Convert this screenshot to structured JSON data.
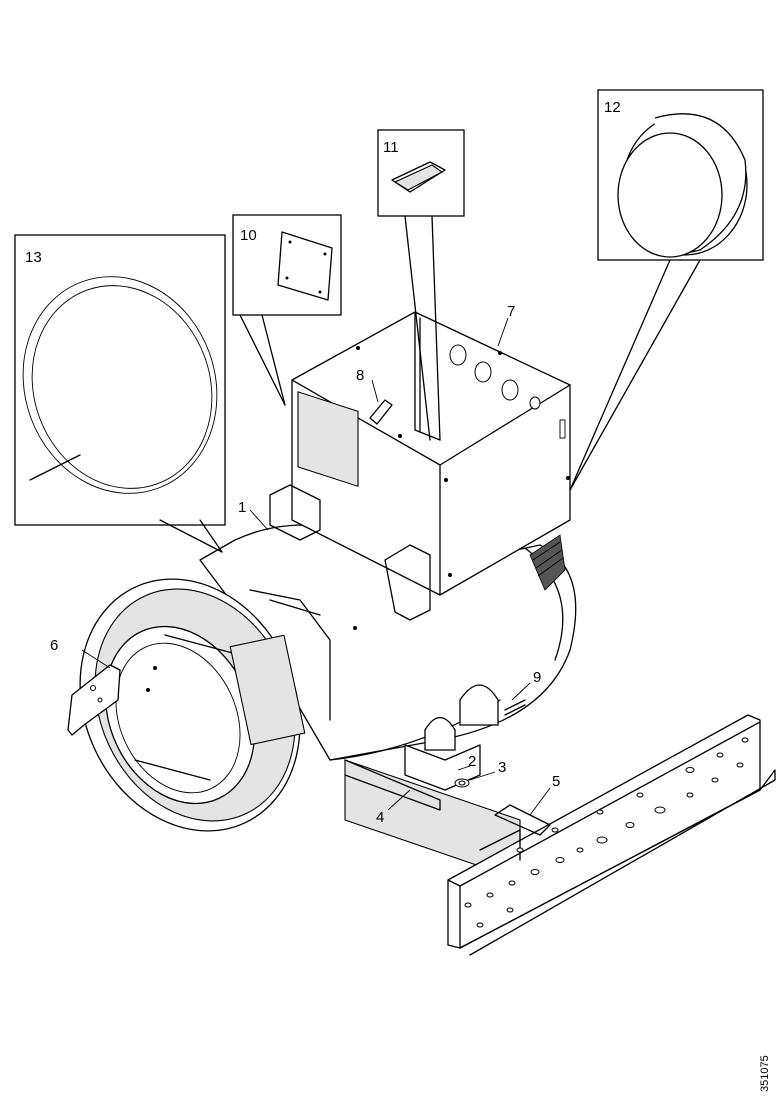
{
  "callouts": {
    "c1": "1",
    "c2": "2",
    "c3": "3",
    "c4": "4",
    "c5": "5",
    "c6": "6",
    "c7": "7",
    "c8": "8",
    "c9": "9",
    "c10": "10",
    "c11": "11",
    "c12": "12",
    "c13": "13"
  },
  "document_id": "351075"
}
